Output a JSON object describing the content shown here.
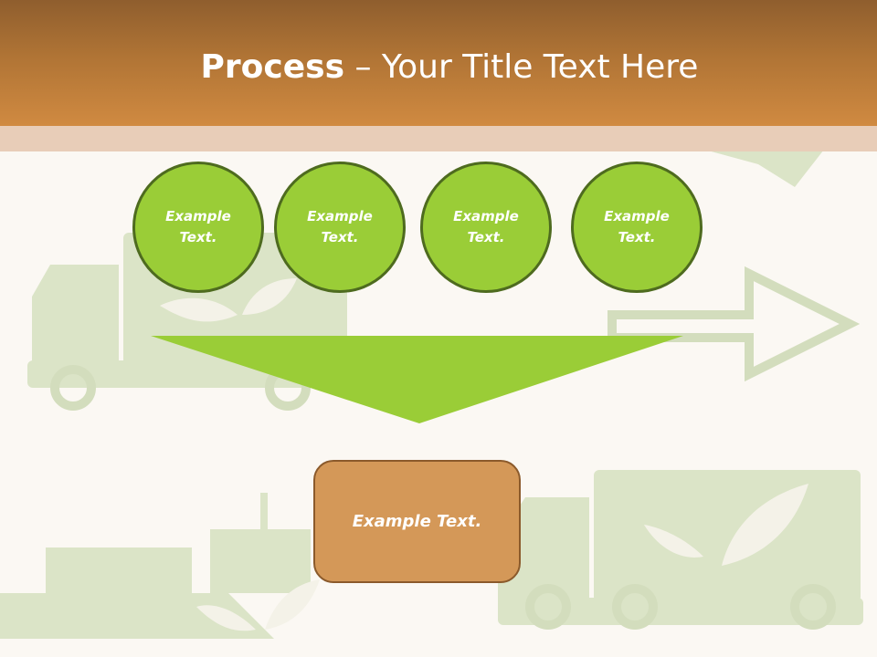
{
  "slide": {
    "title_bold": "Process",
    "title_rest": " – Your Title Text Here"
  },
  "circles": [
    {
      "line1": "Example",
      "line2": "Text."
    },
    {
      "line1": "Example",
      "line2": "Text."
    },
    {
      "line1": "Example",
      "line2": "Text."
    },
    {
      "line1": "Example",
      "line2": "Text."
    }
  ],
  "result": {
    "label": "Example Text."
  },
  "colors": {
    "title_bar": "#b07435",
    "circle_fill": "#9acd37",
    "circle_border": "#4e6b1f",
    "funnel": "#9acd37",
    "result_fill": "#d49858",
    "background_art": "#d7e2c1"
  }
}
